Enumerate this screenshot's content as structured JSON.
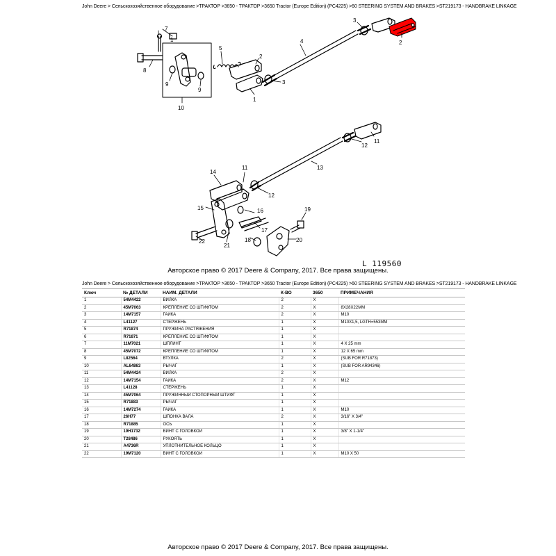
{
  "breadcrumb": "John Deere > Сельскохозяйственное оборудование >ТРАКТОР >3650 - ТРАКТОР >3650 Tractor (Europe Edition) (PC4225) >60 STEERING SYSTEM AND BRAKES >ST219173 - HANDBRAKE LINKAGE",
  "figure_id": "L 119560",
  "copyright": "Авторское право © 2017 Deere & Company, 2017. Все права защищены.",
  "callouts": {
    "c1a": "1",
    "c1b": "7",
    "c1c": "8",
    "c1d": "9",
    "c1e": "9",
    "c1f": "10",
    "c1g": "5",
    "c1h": "2",
    "c1i": "3",
    "c1j": "1",
    "c1k": "4",
    "c1l": "3",
    "c1m": "2",
    "c2a": "11",
    "c2b": "12",
    "c2c": "13",
    "c2d": "14",
    "c2e": "11",
    "c2f": "12",
    "c2g": "15",
    "c2h": "16",
    "c2i": "17",
    "c2j": "18",
    "c2k": "19",
    "c2l": "20",
    "c2m": "21",
    "c2n": "22"
  },
  "table": {
    "headers": {
      "key": "Ключ",
      "part_no": "№ ДЕТАЛИ",
      "name": "НАИМ. ДЕТАЛИ",
      "qty": "К-ВО",
      "model": "3650",
      "note": "ПРИМЕЧАНИЯ"
    },
    "rows": [
      {
        "key": "1",
        "part_no": "54M4422",
        "name": "ВИЛКА",
        "qty": "2",
        "model": "X",
        "note": ""
      },
      {
        "key": "2",
        "part_no": "45M7063",
        "name": "КРЕПЛЕНИЕ СО ШТИФТОМ",
        "qty": "2",
        "model": "X",
        "note": "8X28X22MM"
      },
      {
        "key": "3",
        "part_no": "14M7157",
        "name": "ГАЙКА",
        "qty": "2",
        "model": "X",
        "note": "M10"
      },
      {
        "key": "4",
        "part_no": "L41127",
        "name": "СТЕРЖЕНЬ",
        "qty": "1",
        "model": "X",
        "note": "M10X1,5, LGTH=553MM"
      },
      {
        "key": "5",
        "part_no": "R71874",
        "name": "ПРУЖИНА РАСТЯЖЕНИЯ",
        "qty": "1",
        "model": "X",
        "note": ""
      },
      {
        "key": "6",
        "part_no": "R71871",
        "name": "КРЕПЛЕНИЕ СО ШТИФТОМ",
        "qty": "1",
        "model": "X",
        "note": ""
      },
      {
        "key": "7",
        "part_no": "11M7021",
        "name": "ШПЛИНТ",
        "qty": "1",
        "model": "X",
        "note": "4 X 25 mm"
      },
      {
        "key": "8",
        "part_no": "45M7072",
        "name": "КРЕПЛЕНИЕ СО ШТИФТОМ",
        "qty": "1",
        "model": "X",
        "note": "12 X 65 mm"
      },
      {
        "key": "9",
        "part_no": "L82564",
        "name": "ВТУЛКА",
        "qty": "2",
        "model": "X",
        "note": "(SUB FOR R71873)"
      },
      {
        "key": "10",
        "part_no": "AL64863",
        "name": "РЫЧАГ",
        "qty": "1",
        "model": "X",
        "note": "(SUB FOR AR94346)"
      },
      {
        "key": "11",
        "part_no": "54M4424",
        "name": "ВИЛКА",
        "qty": "2",
        "model": "X",
        "note": ""
      },
      {
        "key": "12",
        "part_no": "14M7154",
        "name": "ГАЙКА",
        "qty": "2",
        "model": "X",
        "note": "M12"
      },
      {
        "key": "13",
        "part_no": "L41128",
        "name": "СТЕРЖЕНЬ",
        "qty": "1",
        "model": "X",
        "note": ""
      },
      {
        "key": "14",
        "part_no": "45M7064",
        "name": "ПРУЖИННЫЙ СТОПОРНЫЙ ШТИФТ",
        "qty": "1",
        "model": "X",
        "note": ""
      },
      {
        "key": "15",
        "part_no": "R71883",
        "name": "РЫЧАГ",
        "qty": "1",
        "model": "X",
        "note": ""
      },
      {
        "key": "16",
        "part_no": "14M7274",
        "name": "ГАЙКА",
        "qty": "1",
        "model": "X",
        "note": "M10"
      },
      {
        "key": "17",
        "part_no": "26H77",
        "name": "ШПОНКА ВАЛА",
        "qty": "2",
        "model": "X",
        "note": "3/16\" X 3/4\""
      },
      {
        "key": "18",
        "part_no": "R71885",
        "name": "ОСЬ",
        "qty": "1",
        "model": "X",
        "note": ""
      },
      {
        "key": "19",
        "part_no": "19H1732",
        "name": "ВИНТ С ГОЛОВКОЙ",
        "qty": "1",
        "model": "X",
        "note": "3/8\" X 1-1/4\""
      },
      {
        "key": "20",
        "part_no": "T28486",
        "name": "РУКОЯТЬ",
        "qty": "1",
        "model": "X",
        "note": ""
      },
      {
        "key": "21",
        "part_no": "A4736R",
        "name": "УПЛОТНИТЕЛЬНОЕ КОЛЬЦО",
        "qty": "1",
        "model": "X",
        "note": ""
      },
      {
        "key": "22",
        "part_no": "19M7120",
        "name": "ВИНТ С ГОЛОВКОЙ",
        "qty": "1",
        "model": "X",
        "note": "M10 X 50"
      }
    ]
  }
}
